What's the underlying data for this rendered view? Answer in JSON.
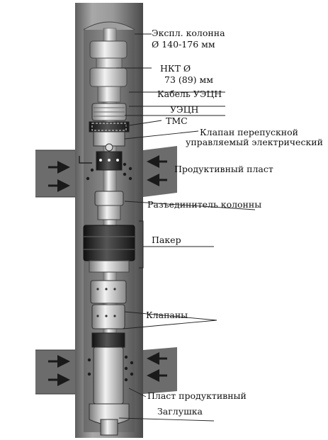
{
  "labels": {
    "casing_line1": "Экспл. колонна",
    "casing_line2": "Ø 140-176 мм",
    "tubing_line1": "НКТ Ø",
    "tubing_line2": "73 (89) мм",
    "cable": "Кабель УЭЦН",
    "pump": "УЭЦН",
    "tms": "ТМС",
    "valve_line1": "Клапан перепускной",
    "valve_line2": "управляемый электрический",
    "formation_upper": "Продуктивный пласт",
    "disconnector": "Разъединитель колонны",
    "packer": "Пакер",
    "valves": "Клапаны",
    "formation_lower": "Пласт продуктивный",
    "plug": "Заглушка"
  },
  "colors": {
    "casing_fill": "#8a8a8a",
    "formation_fill": "#6f6f6f",
    "packer_fill": "#2b2b2b",
    "equipment_fill": "#d9d9d9",
    "flow_arrow": "#1a1a1a"
  }
}
